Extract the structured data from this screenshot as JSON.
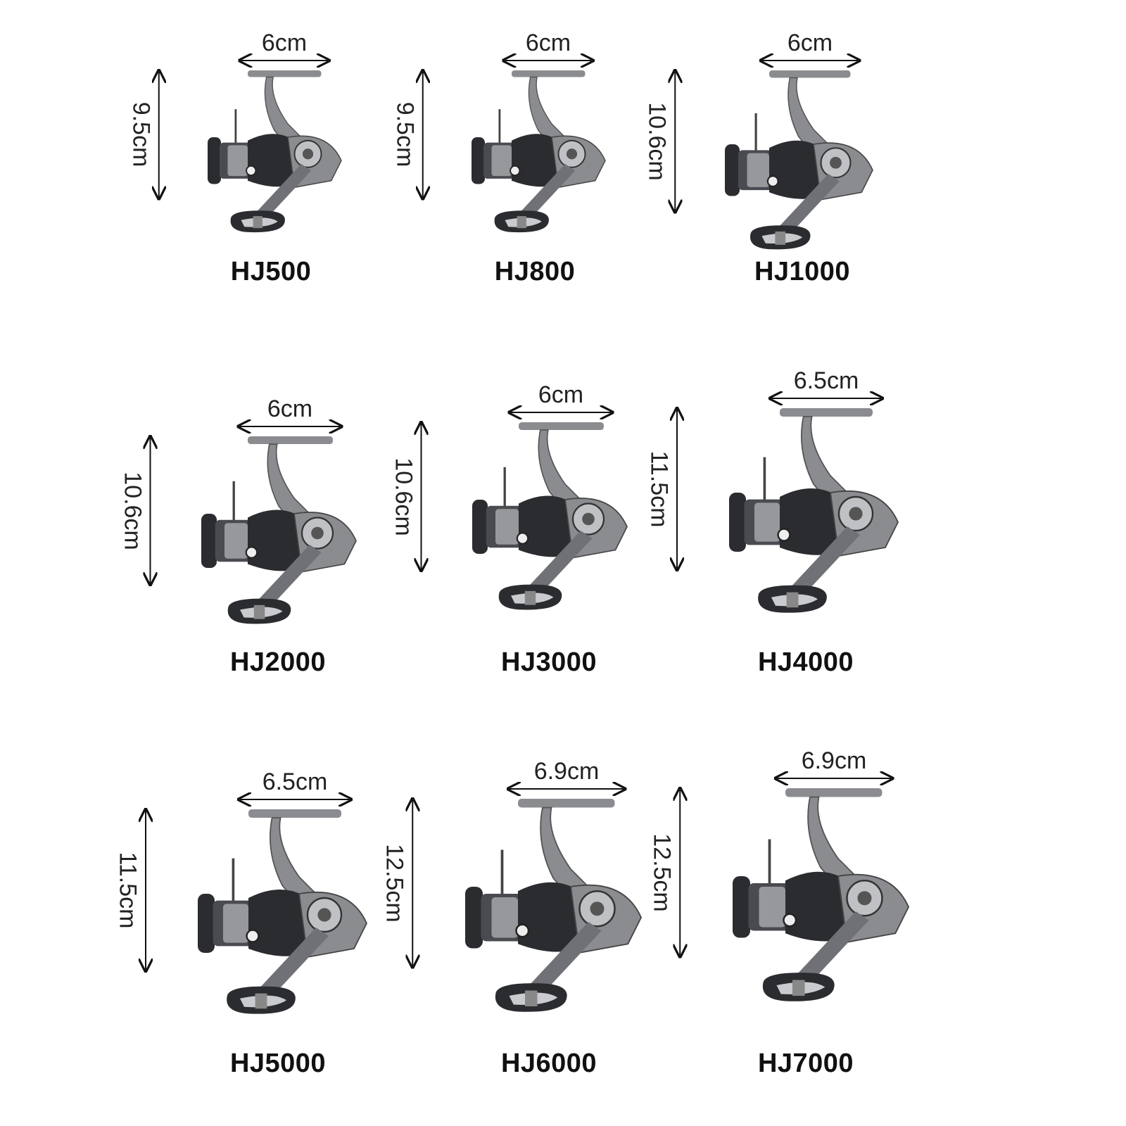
{
  "products": [
    {
      "model": "HJ500",
      "width": "6cm",
      "height": "9.5cm"
    },
    {
      "model": "HJ800",
      "width": "6cm",
      "height": "9.5cm"
    },
    {
      "model": "HJ1000",
      "width": "6cm",
      "height": "10.6cm"
    },
    {
      "model": "HJ2000",
      "width": "6cm",
      "height": "10.6cm"
    },
    {
      "model": "HJ3000",
      "width": "6cm",
      "height": "10.6cm"
    },
    {
      "model": "HJ4000",
      "width": "6.5cm",
      "height": "11.5cm"
    },
    {
      "model": "HJ5000",
      "width": "6.5cm",
      "height": "11.5cm"
    },
    {
      "model": "HJ6000",
      "width": "6.9cm",
      "height": "12.5cm"
    },
    {
      "model": "HJ7000",
      "width": "6.9cm",
      "height": "12.5cm"
    }
  ],
  "icons": {
    "reel": "spinning-reel-icon"
  },
  "colors": {
    "reel_body": "#8a8c90",
    "reel_dark": "#2b2c30",
    "accent": "#c9cbcf"
  }
}
